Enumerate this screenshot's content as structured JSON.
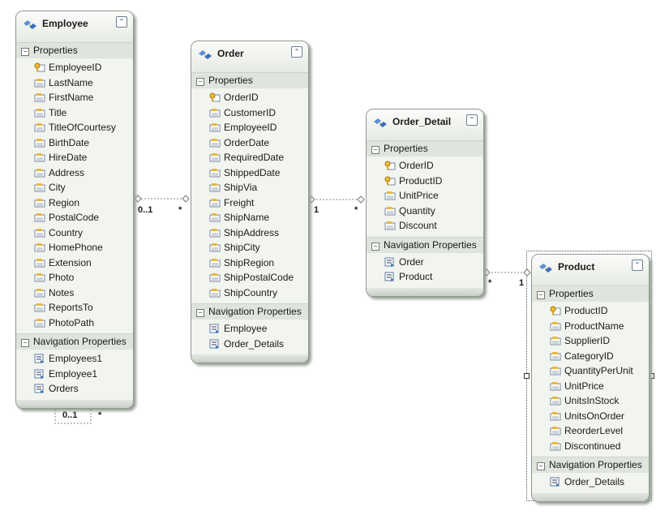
{
  "entities": [
    {
      "name": "Employee",
      "props_label": "Properties",
      "nav_label": "Navigation Properties",
      "properties": [
        {
          "n": "EmployeeID",
          "key": true
        },
        {
          "n": "LastName"
        },
        {
          "n": "FirstName"
        },
        {
          "n": "Title"
        },
        {
          "n": "TitleOfCourtesy"
        },
        {
          "n": "BirthDate"
        },
        {
          "n": "HireDate"
        },
        {
          "n": "Address"
        },
        {
          "n": "City"
        },
        {
          "n": "Region"
        },
        {
          "n": "PostalCode"
        },
        {
          "n": "Country"
        },
        {
          "n": "HomePhone"
        },
        {
          "n": "Extension"
        },
        {
          "n": "Photo"
        },
        {
          "n": "Notes"
        },
        {
          "n": "ReportsTo"
        },
        {
          "n": "PhotoPath"
        }
      ],
      "navigation": [
        "Employees1",
        "Employee1",
        "Orders"
      ]
    },
    {
      "name": "Order",
      "props_label": "Properties",
      "nav_label": "Navigation Properties",
      "properties": [
        {
          "n": "OrderID",
          "key": true
        },
        {
          "n": "CustomerID"
        },
        {
          "n": "EmployeeID"
        },
        {
          "n": "OrderDate"
        },
        {
          "n": "RequiredDate"
        },
        {
          "n": "ShippedDate"
        },
        {
          "n": "ShipVia"
        },
        {
          "n": "Freight"
        },
        {
          "n": "ShipName"
        },
        {
          "n": "ShipAddress"
        },
        {
          "n": "ShipCity"
        },
        {
          "n": "ShipRegion"
        },
        {
          "n": "ShipPostalCode"
        },
        {
          "n": "ShipCountry"
        }
      ],
      "navigation": [
        "Employee",
        "Order_Details"
      ]
    },
    {
      "name": "Order_Detail",
      "props_label": "Properties",
      "nav_label": "Navigation Properties",
      "properties": [
        {
          "n": "OrderID",
          "key": true
        },
        {
          "n": "ProductID",
          "key": true
        },
        {
          "n": "UnitPrice"
        },
        {
          "n": "Quantity"
        },
        {
          "n": "Discount"
        }
      ],
      "navigation": [
        "Order",
        "Product"
      ]
    },
    {
      "name": "Product",
      "props_label": "Properties",
      "nav_label": "Navigation Properties",
      "selected": true,
      "properties": [
        {
          "n": "ProductID",
          "key": true
        },
        {
          "n": "ProductName"
        },
        {
          "n": "SupplierID"
        },
        {
          "n": "CategoryID"
        },
        {
          "n": "QuantityPerUnit"
        },
        {
          "n": "UnitPrice"
        },
        {
          "n": "UnitsInStock"
        },
        {
          "n": "UnitsOnOrder"
        },
        {
          "n": "ReorderLevel"
        },
        {
          "n": "Discontinued"
        }
      ],
      "navigation": [
        "Order_Details"
      ]
    }
  ],
  "associations": [
    {
      "from": "Employee",
      "to": "Order",
      "from_mult": "0..1",
      "to_mult": "*"
    },
    {
      "from": "Order",
      "to": "Order_Detail",
      "from_mult": "1",
      "to_mult": "*"
    },
    {
      "from": "Order_Detail",
      "to": "Product",
      "from_mult": "*",
      "to_mult": "1"
    },
    {
      "from": "Employee",
      "to": "Employee",
      "from_mult": "0..1",
      "to_mult": "*"
    }
  ]
}
